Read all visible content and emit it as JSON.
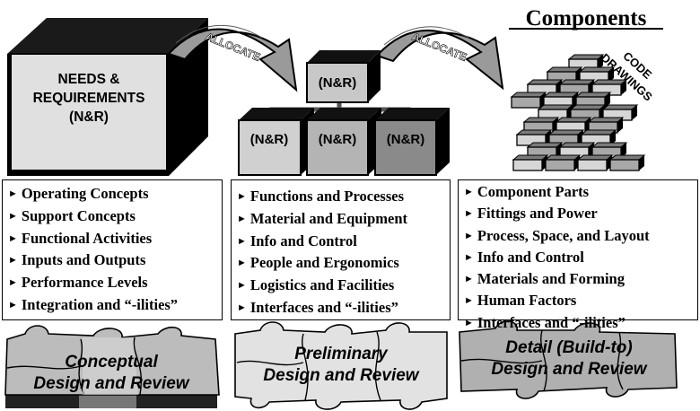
{
  "title": "Components",
  "needs_box": {
    "line1": "NEEDS &",
    "line2": "REQUIREMENTS",
    "line3": "(N&R)"
  },
  "allocate_label": "ALLOCATE",
  "nr_label": "(N&R)",
  "code_drawings": {
    "line1": "CODE",
    "line2": "DRAWINGS"
  },
  "columns": [
    {
      "items": [
        "Operating Concepts",
        "Support Concepts",
        "Functional Activities",
        "Inputs and Outputs",
        "Performance Levels",
        "Integration and “-ilities”"
      ],
      "phase": {
        "line1": "Conceptual",
        "line2": "Design and Review"
      }
    },
    {
      "items": [
        "Functions and Processes",
        "Material and Equipment",
        "Info and Control",
        "People and Ergonomics",
        "Logistics and Facilities",
        "Interfaces and “-ilities”"
      ],
      "phase": {
        "line1": "Preliminary",
        "line2": "Design and Review"
      }
    },
    {
      "items": [
        "Component Parts",
        "Fittings and Power",
        "Process, Space, and Layout",
        "Info and Control",
        "Materials and Forming",
        "Human Factors",
        "Interfaces and “-ilities”"
      ],
      "phase": {
        "line1": "Detail (Build-to)",
        "line2": "Design and Review"
      }
    }
  ],
  "colors": {
    "face_light": "#d6d6d6",
    "face_mid": "#a8a8a8",
    "face_dark": "#7a7a7a",
    "shadow": "#000000"
  }
}
